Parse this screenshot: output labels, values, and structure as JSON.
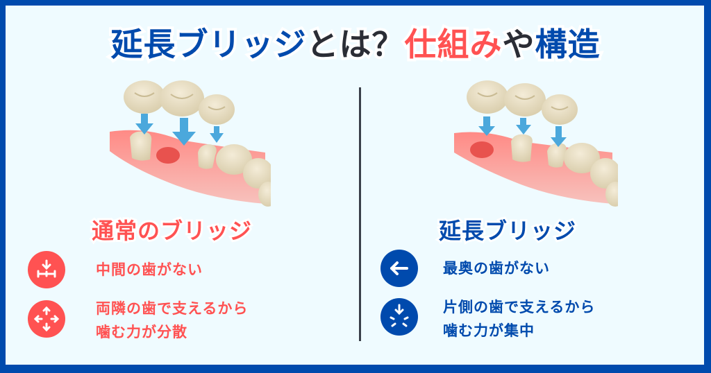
{
  "title": {
    "part1": "延長ブリッジ",
    "part2": "とは？",
    "part3": "仕組み",
    "part4": "や",
    "part5": "構造"
  },
  "colors": {
    "border": "#004aad",
    "background": "#effbff",
    "accent_red": "#ff5252",
    "accent_blue": "#004aad",
    "text_dark": "#2b2d35",
    "divider": "#3a3f4a"
  },
  "left": {
    "heading": "通常のブリッジ",
    "illustration": "conventional-bridge-illustration",
    "points": [
      {
        "icon": "middle-gap-icon",
        "text_lines": [
          "中間の歯がない"
        ]
      },
      {
        "icon": "spread-arrows-icon",
        "text_lines": [
          "両隣の歯で支えるから",
          "噛む力が分散"
        ]
      }
    ]
  },
  "right": {
    "heading": "延長ブリッジ",
    "illustration": "cantilever-bridge-illustration",
    "points": [
      {
        "icon": "arrow-left-icon",
        "text_lines": [
          "最奥の歯がない"
        ]
      },
      {
        "icon": "converge-arrow-icon",
        "text_lines": [
          "片側の歯で支えるから",
          "噛む力が集中"
        ]
      }
    ]
  }
}
